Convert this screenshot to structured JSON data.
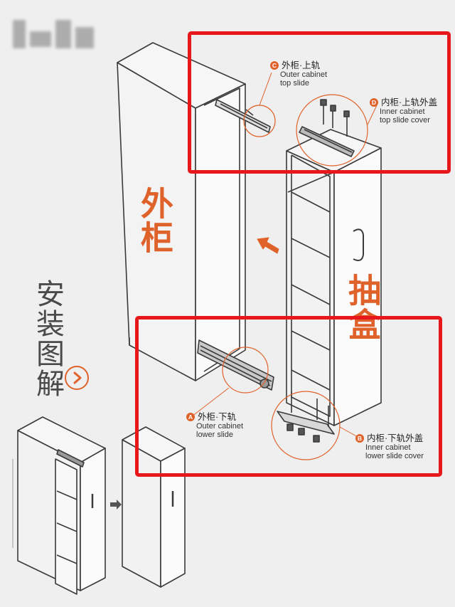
{
  "labels": {
    "outer_cabinet": "外柜",
    "drawer": "抽盒",
    "install_guide": "安装图解"
  },
  "parts": [
    {
      "id": "C",
      "zh": "外柜·上轨",
      "en1": "Outer cabinet",
      "en2": "top slide"
    },
    {
      "id": "D",
      "zh": "内柜·上轨外盖",
      "en1": "Inner cabinet",
      "en2": "top slide cover"
    },
    {
      "id": "A",
      "zh": "外柜·下轨",
      "en1": "Outer cabinet",
      "en2": "lower slide"
    },
    {
      "id": "B",
      "zh": "内柜·下轨外盖",
      "en1": "Inner cabinet",
      "en2": "lower slide cover"
    }
  ],
  "colors": {
    "accent": "#e0622b",
    "highlight": "#e8171b",
    "line": "#3a3a3a",
    "background": "#efefef"
  }
}
